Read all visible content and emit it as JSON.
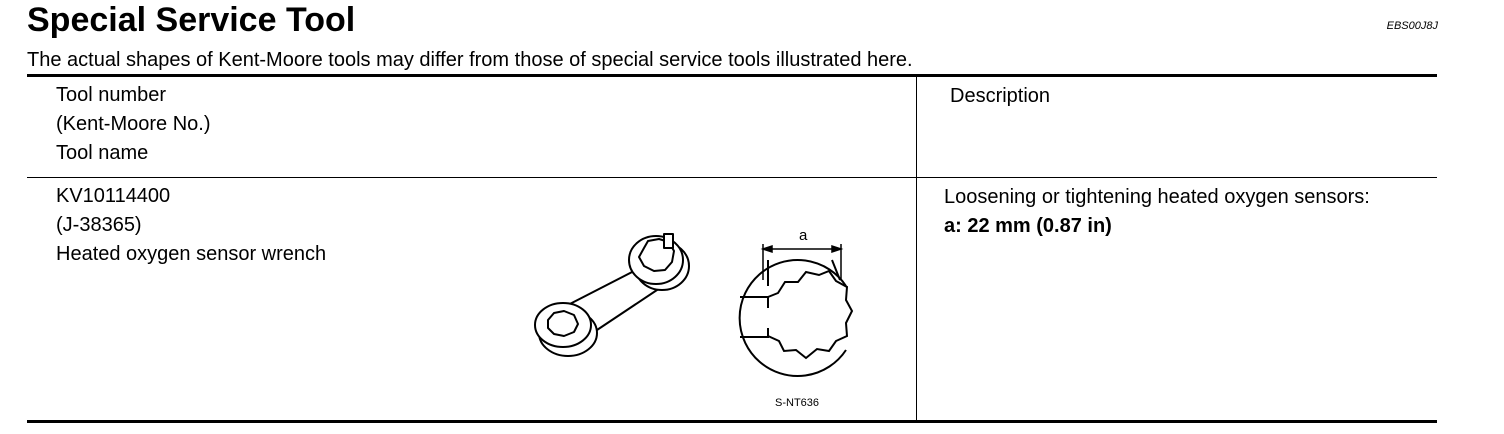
{
  "page": {
    "title": "Special Service Tool",
    "code": "EBS00J8J",
    "note": "The actual shapes of Kent-Moore tools may differ from those of special service tools illustrated here."
  },
  "table": {
    "header": {
      "tool_lines": [
        "Tool number",
        "(Kent-Moore No.)",
        "Tool name"
      ],
      "description": "Description"
    },
    "rows": [
      {
        "tool_number": "KV10114400",
        "kent_moore_no": "(J-38365)",
        "tool_name": "Heated oxygen sensor wrench",
        "figure_code": "S-NT636",
        "dimension_label": "a",
        "description": "Loosening or tightening heated oxygen sensors:",
        "spec": "a: 22 mm (0.87 in)"
      }
    ]
  }
}
